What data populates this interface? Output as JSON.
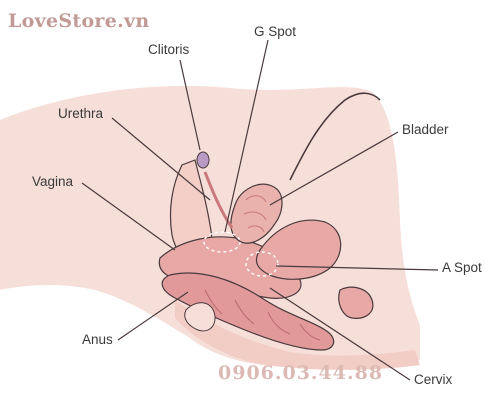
{
  "watermark": {
    "brand": "LoveStore.vn",
    "phone": "0906.03.44.88"
  },
  "labels": {
    "clitoris": "Clitoris",
    "g_spot": "G Spot",
    "urethra": "Urethra",
    "bladder": "Bladder",
    "vagina": "Vagina",
    "a_spot": "A Spot",
    "anus": "Anus",
    "cervix": "Cervix"
  },
  "colors": {
    "skin": "#f7dfd9",
    "skin_shade": "#f1cdc6",
    "tissue": "#e8a9a6",
    "tissue_dark": "#c9787c",
    "outline": "#4a3a3d",
    "clitoris": "#b99ac4"
  }
}
